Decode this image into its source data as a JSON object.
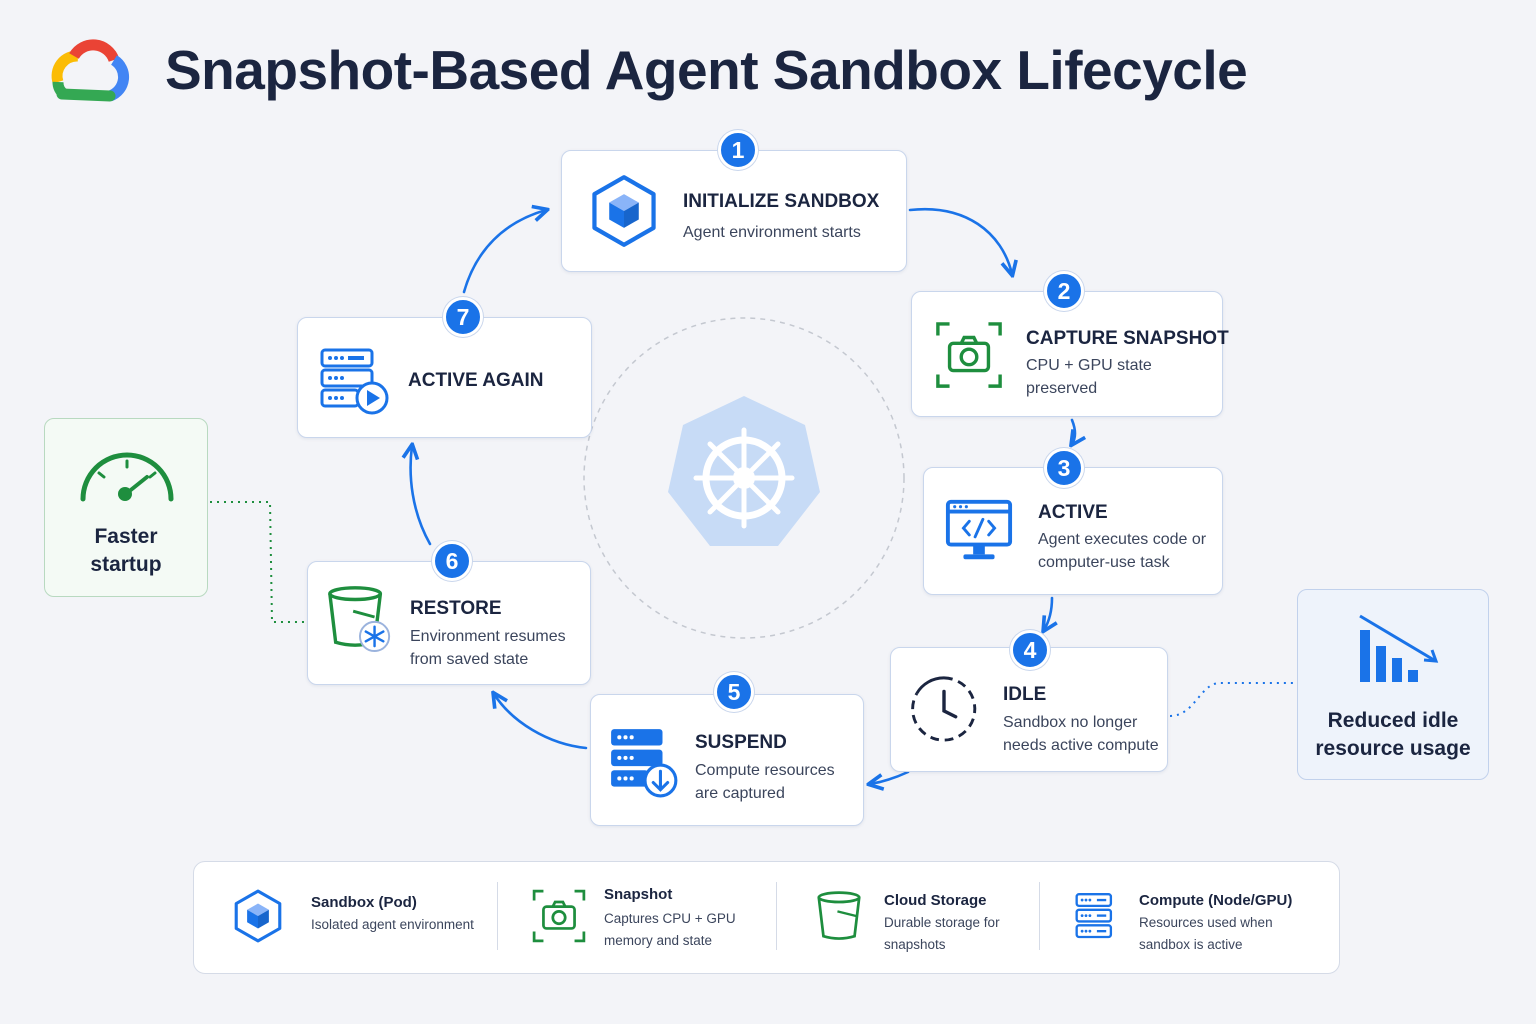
{
  "title": "Snapshot-Based Agent Sandbox Lifecycle",
  "colors": {
    "primary_blue": "#1a73e8",
    "green": "#1e8e3e",
    "background": "#f3f4f8",
    "kubernetes_blue": "#c7dbf6"
  },
  "icons": {
    "logo": "google-cloud-logo",
    "center": "kubernetes-helm-icon"
  },
  "steps": [
    {
      "number": "1",
      "title": "INITIALIZE SANDBOX",
      "description": "Agent environment starts",
      "icon": "cube-icon"
    },
    {
      "number": "2",
      "title": "CAPTURE SNAPSHOT",
      "description": "CPU + GPU state preserved",
      "icon": "camera-icon"
    },
    {
      "number": "3",
      "title": "ACTIVE",
      "description": "Agent executes code or computer-use task",
      "icon": "code-monitor-icon"
    },
    {
      "number": "4",
      "title": "IDLE",
      "description": "Sandbox no longer needs active compute",
      "icon": "clock-icon"
    },
    {
      "number": "5",
      "title": "SUSPEND",
      "description": "Compute resources are captured",
      "icon": "server-download-icon"
    },
    {
      "number": "6",
      "title": "RESTORE",
      "description": "Environment resumes from saved state",
      "icon": "bucket-snowflake-icon"
    },
    {
      "number": "7",
      "title": "ACTIVE AGAIN",
      "description": "",
      "icon": "server-play-icon"
    }
  ],
  "side_notes": {
    "left": {
      "label": "Faster startup",
      "icon": "speedometer-icon"
    },
    "right": {
      "label": "Reduced idle resource usage",
      "icon": "bar-chart-down-icon"
    }
  },
  "legend": [
    {
      "title": "Sandbox (Pod)",
      "description": "Isolated agent environment",
      "icon": "cube-icon"
    },
    {
      "title": "Snapshot",
      "description": "Captures CPU + GPU memory and state",
      "icon": "camera-icon"
    },
    {
      "title": "Cloud Storage",
      "description": "Durable storage for snapshots",
      "icon": "bucket-icon"
    },
    {
      "title": "Compute (Node/GPU)",
      "description": "Resources used when sandbox is active",
      "icon": "server-icon"
    }
  ]
}
